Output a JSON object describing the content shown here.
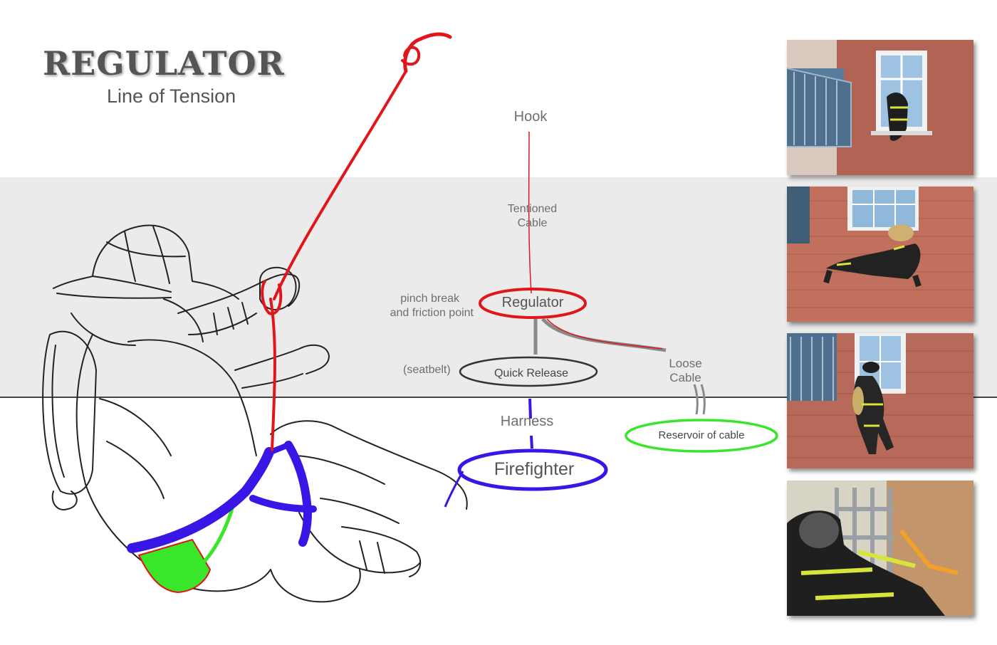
{
  "header": {
    "title": "REGULATOR",
    "subtitle": "Line of Tension"
  },
  "labels": {
    "hook": "Hook",
    "tensioned_cable": [
      "Tentioned",
      "Cable"
    ],
    "pinch": [
      "pinch break",
      "and  friction point"
    ],
    "regulator": "Regulator",
    "seatbelt": "(seatbelt)",
    "quick_release": "Quick Release",
    "loose_cable": [
      "Loose",
      "Cable"
    ],
    "harness": "Harness",
    "firefighter": "Firefighter",
    "reservoir": "Reservoir of cable"
  },
  "colors": {
    "tension": "#e0161b",
    "harness": "#3a16e6",
    "reservoir": "#39e629",
    "ink": "#222222",
    "band": "#ebebeb",
    "label": "#6e6e6e"
  },
  "photos": [
    {
      "icon": "firefighter-exits-window-photo"
    },
    {
      "icon": "firefighter-descends-wall-photo"
    },
    {
      "icon": "firefighter-on-wall-photo"
    },
    {
      "icon": "firefighter-closeup-regulator-photo"
    }
  ]
}
